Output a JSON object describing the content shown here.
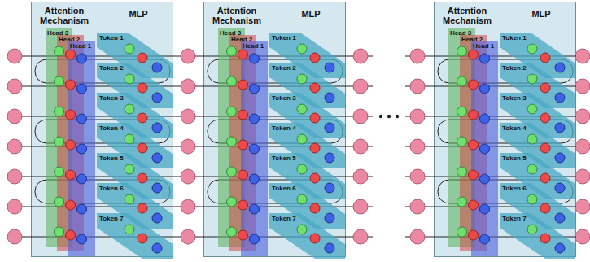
{
  "diagram": {
    "nodes": [
      {
        "text": [
          "Attention Mechanism",
          "MLP"
        ]
      },
      {
        "text": [
          "Head 3"
        ],
        "in": 0
      },
      {
        "text": [
          "Head 2"
        ],
        "in": 0
      },
      {
        "text": [
          "Head 1"
        ],
        "in": 0
      },
      {
        "text": [
          "Token 1"
        ],
        "in": 0
      },
      {
        "text": [
          "Token 2"
        ],
        "in": 0
      },
      {
        "text": [
          "Token 3"
        ],
        "in": 0
      },
      {
        "text": [
          "Token 4"
        ],
        "in": 0
      },
      {
        "text": [
          "Token 5"
        ],
        "in": 0
      },
      {
        "text": [
          "Token 6"
        ],
        "in": 0
      },
      {
        "text": [
          "Token 7"
        ],
        "in": 0
      },
      {
        "text": [
          "Attention Mechanism",
          "MLP"
        ]
      },
      {
        "text": [
          "Head 3"
        ],
        "in": 11
      },
      {
        "text": [
          "Head 2"
        ],
        "in": 11
      },
      {
        "text": [
          "Head 1"
        ],
        "in": 11
      },
      {
        "text": [
          "Token 1"
        ],
        "in": 11
      },
      {
        "text": [
          "Token 2"
        ],
        "in": 11
      },
      {
        "text": [
          "Token 3"
        ],
        "in": 11
      },
      {
        "text": [
          "Token 4"
        ],
        "in": 11
      },
      {
        "text": [
          "Token 5"
        ],
        "in": 11
      },
      {
        "text": [
          "Token 6"
        ],
        "in": 11
      },
      {
        "text": [
          "Token 7"
        ],
        "in": 11
      },
      {
        "text": [
          "Attention Mechanism",
          "MLP"
        ]
      },
      {
        "text": [
          "Head 3"
        ],
        "in": 22
      },
      {
        "text": [
          "Head 2"
        ],
        "in": 22
      },
      {
        "text": [
          "Head 1"
        ],
        "in": 22
      },
      {
        "text": [
          "Token 1"
        ],
        "in": 22
      },
      {
        "text": [
          "Token 2"
        ],
        "in": 22
      },
      {
        "text": [
          "Token 3"
        ],
        "in": 22
      },
      {
        "text": [
          "Token 4"
        ],
        "in": 22
      },
      {
        "text": [
          "Token 5"
        ],
        "in": 22
      },
      {
        "text": [
          "Token 6"
        ],
        "in": 22
      },
      {
        "text": [
          "Token 7"
        ],
        "in": 22
      }
    ]
  }
}
